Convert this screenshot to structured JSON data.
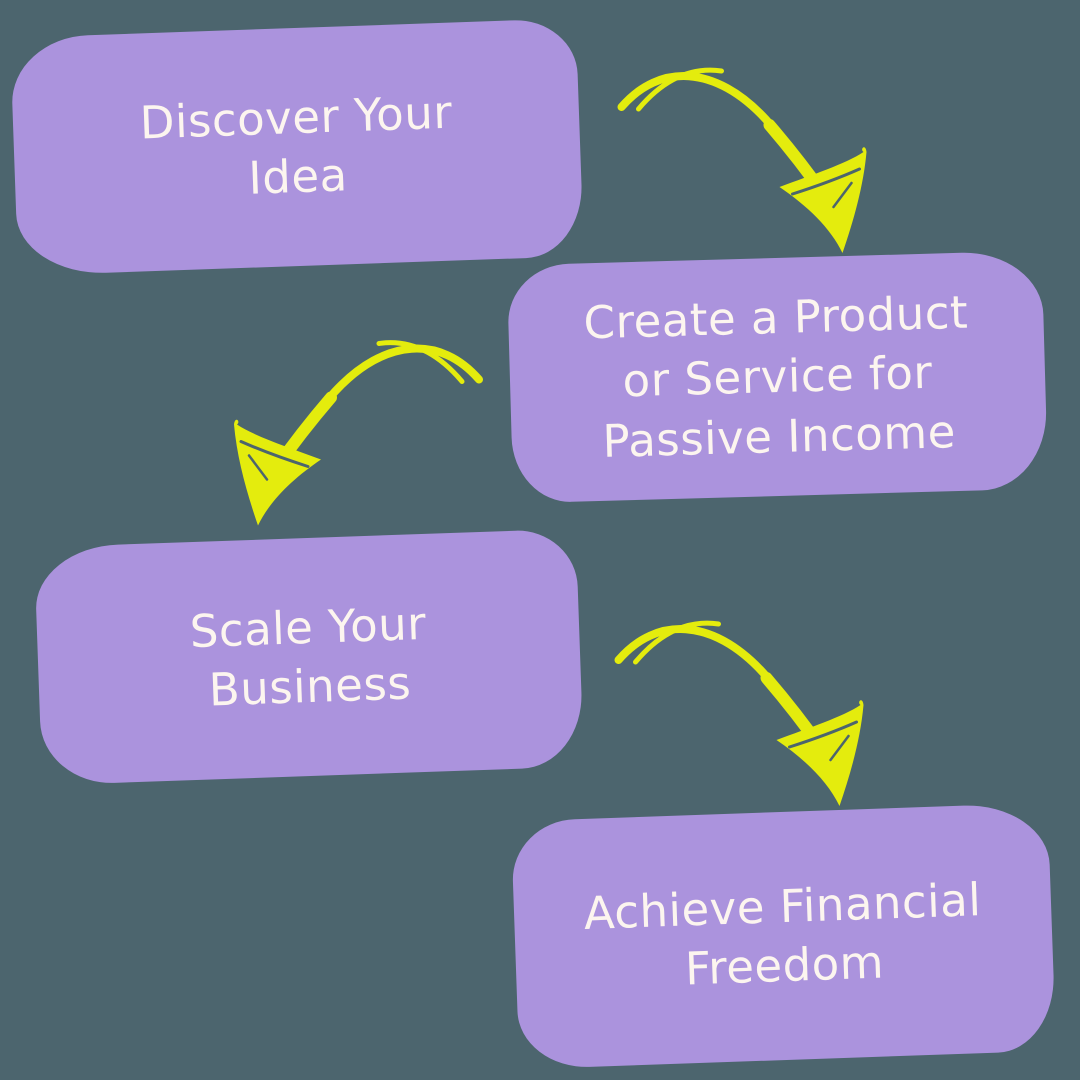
{
  "canvas": {
    "background_color": "#4c656e"
  },
  "colors": {
    "background": "#4c656e",
    "box_fill": "#ab93dd",
    "text": "#fcf5ef",
    "arrow": "#e4ec0d"
  },
  "diagram": {
    "type": "flowchart",
    "style": "hand-drawn doodle infographic",
    "steps": [
      {
        "id": 1,
        "label": "Discover Your Idea",
        "lines": [
          "Discover Your",
          "Idea"
        ]
      },
      {
        "id": 2,
        "label": "Create a Product or Service for Passive Income",
        "lines": [
          "Create a Product",
          "or Service for",
          "Passive Income"
        ]
      },
      {
        "id": 3,
        "label": "Scale Your Business",
        "lines": [
          "Scale Your",
          "Business"
        ]
      },
      {
        "id": 4,
        "label": "Achieve Financial Freedom",
        "lines": [
          "Achieve Financial",
          "Freedom"
        ]
      }
    ],
    "connectors": [
      {
        "from": "Discover Your Idea",
        "to": "Create a Product or Service for Passive Income",
        "shape": "curved-doodle-arrow",
        "direction": "down-right"
      },
      {
        "from": "Create a Product or Service for Passive Income",
        "to": "Scale Your Business",
        "shape": "curved-doodle-arrow",
        "direction": "down-left"
      },
      {
        "from": "Scale Your Business",
        "to": "Achieve Financial Freedom",
        "shape": "curved-doodle-arrow",
        "direction": "down-right"
      }
    ]
  }
}
